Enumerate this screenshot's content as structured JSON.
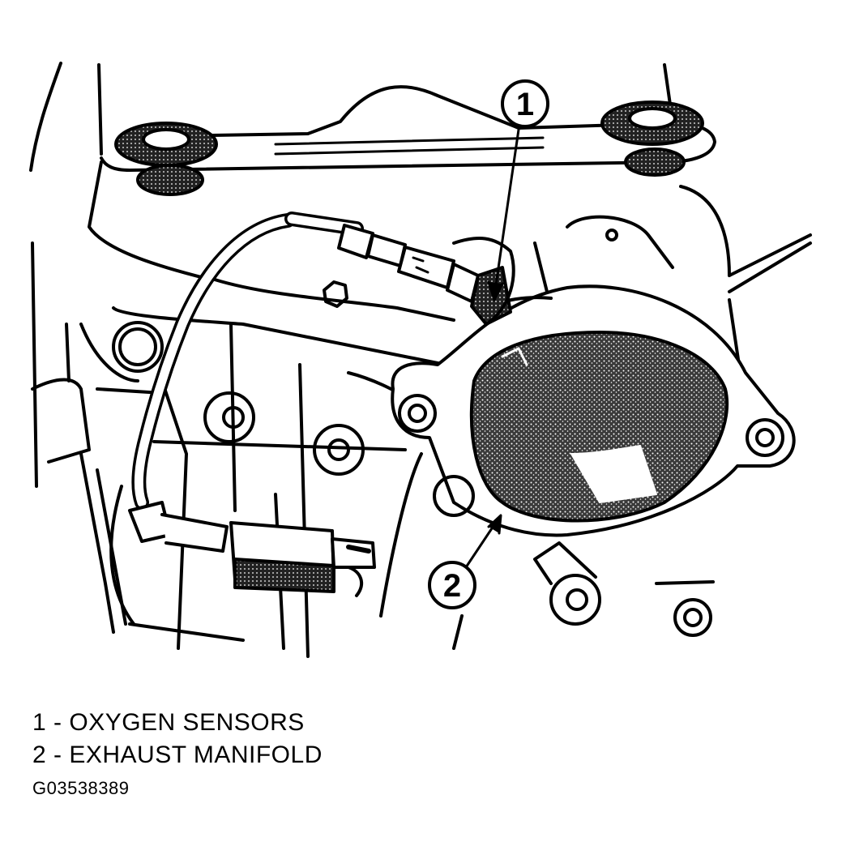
{
  "callouts": [
    {
      "number": "1"
    },
    {
      "number": "2"
    }
  ],
  "legend": [
    {
      "number": "1",
      "separator": " - ",
      "text": "OXYGEN SENSORS"
    },
    {
      "number": "2",
      "separator": " - ",
      "text": "EXHAUST MANIFOLD"
    }
  ],
  "figure_id": "G03538389",
  "colors": {
    "line": "#000000",
    "background": "#ffffff",
    "stipple": "#2a2a2a"
  }
}
